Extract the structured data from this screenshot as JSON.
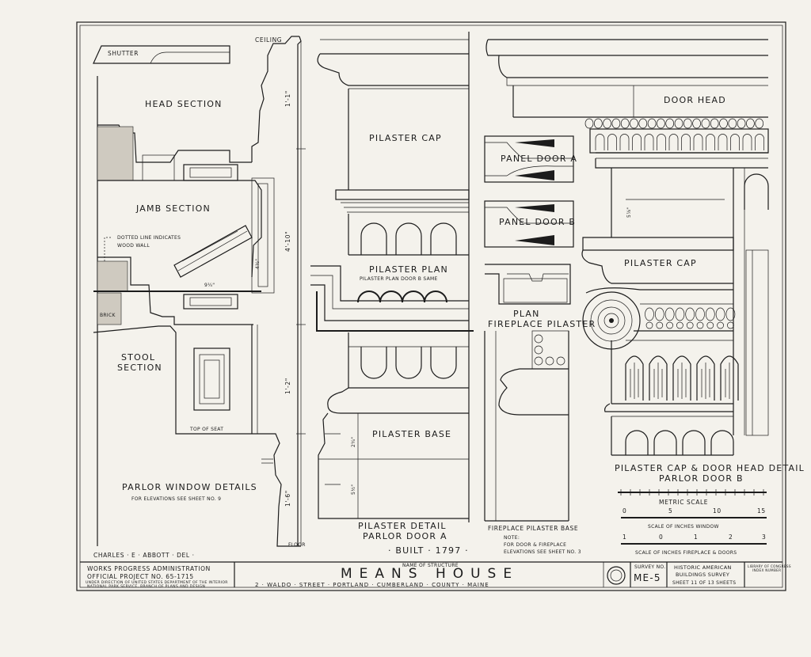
{
  "labels": {
    "shutter": "SHUTTER",
    "ceiling": "CEILING",
    "head_section": "HEAD SECTION",
    "jamb_section": "JAMB SECTION",
    "dotted_line_1": "DOTTED LINE INDICATES",
    "dotted_line_2": "WOOD WALL",
    "brick": "BRICK",
    "stool_1": "STOOL",
    "stool_2": "SECTION",
    "top_of_seat": "TOP OF SEAT",
    "parlor_window": "PARLOR WINDOW DETAILS",
    "elevations_window": "FOR ELEVATIONS SEE SHEET NO. 9",
    "floor": "FLOOR",
    "delineator": "CHARLES · E · ABBOTT · DEL ·",
    "pilaster_cap": "PILASTER CAP",
    "pilaster_plan": "PILASTER PLAN",
    "pilaster_plan_note": "PILASTER PLAN DOOR B SAME",
    "pilaster_base": "PILASTER BASE",
    "pilaster_detail_1": "PILASTER DETAIL",
    "pilaster_detail_2": "PARLOR DOOR A",
    "built": "· BUILT · 1797 ·",
    "panel_door_a": "PANEL DOOR A",
    "panel_door_b": "PANEL DOOR B",
    "plan_1": "PLAN",
    "plan_2": "FIREPLACE PILASTER",
    "fireplace_base": "FIREPLACE PILASTER BASE",
    "note_1": "NOTE:",
    "note_2": "FOR DOOR & FIREPLACE",
    "note_3": "ELEVATIONS SEE SHEET NO. 3",
    "door_head": "DOOR HEAD",
    "pilaster_cap_right": "PILASTER CAP",
    "cap_detail_1": "PILASTER CAP & DOOR HEAD DETAIL",
    "cap_detail_2": "PARLOR DOOR B",
    "dims": {
      "d1": "1'-1\"",
      "d2": "4'-10\"",
      "d3": "1'-2\"",
      "d4": "1'-6\"",
      "d5": "9¼\"",
      "d6": "4½\"",
      "d7": "2¼\"",
      "d8": "5½\"",
      "d9": "5⅞\""
    }
  },
  "scales": {
    "metric_label": "METRIC SCALE",
    "metric_ticks": [
      "0",
      "5",
      "10",
      "15"
    ],
    "inches_window_label": "SCALE OF INCHES WINDOW",
    "inches_ticks": [
      "1",
      "0",
      "1",
      "2",
      "3"
    ],
    "inches_fireplace_label": "SCALE OF INCHES FIREPLACE & DOORS"
  },
  "title_block": {
    "wpa_1": "WORKS PROGRESS ADMINISTRATION",
    "wpa_2": "OFFICIAL PROJECT NO. 65-1715",
    "wpa_3": "UNDER DIRECTION OF UNITED STATES DEPARTMENT OF THE INTERIOR",
    "wpa_4": "NATIONAL PARK SERVICE, BRANCH OF PLANS AND DESIGN",
    "name_caption": "NAME OF STRUCTURE",
    "name": "MEANS HOUSE",
    "address": "2 · WALDO · STREET · PORTLAND · CUMBERLAND · COUNTY · MAINE",
    "survey_caption": "SURVEY NO.",
    "survey_no": "ME-5",
    "habs_1": "HISTORIC AMERICAN",
    "habs_2": "BUILDINGS SURVEY",
    "sheet": "SHEET 11 OF 13 SHEETS",
    "index_1": "LIBRARY OF CONGRESS",
    "index_2": "INDEX NUMBER"
  }
}
